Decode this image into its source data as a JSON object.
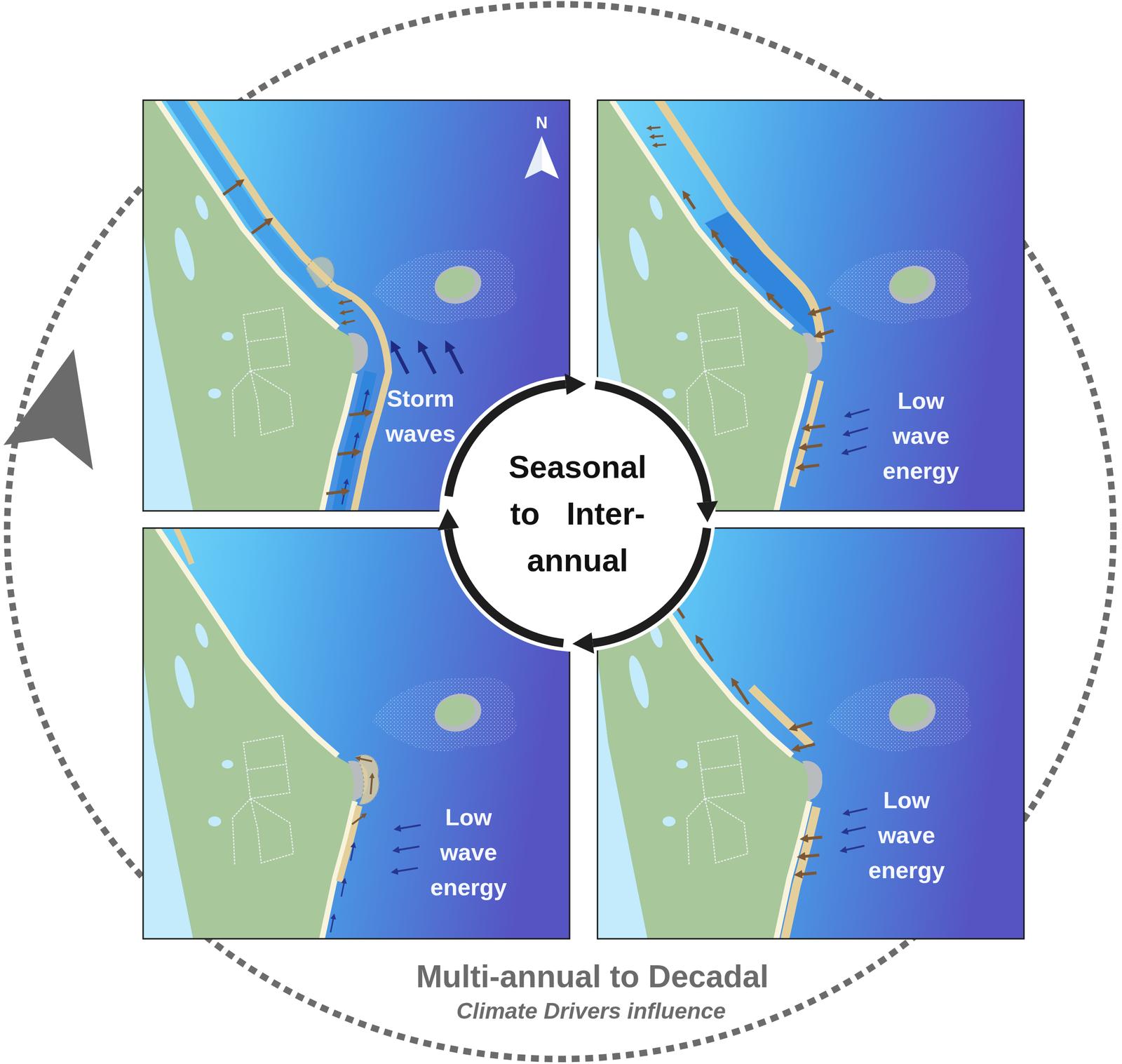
{
  "diagram": {
    "nodes": [
      {
        "text": [
          "Storm waves"
        ]
      },
      {
        "text": [
          "Low wave energy"
        ]
      },
      {
        "text": [
          "Seasonal to Inter-annual"
        ]
      },
      {
        "text": [
          "Low wave energy"
        ]
      },
      {
        "text": [
          "Low wave energy"
        ]
      }
    ],
    "edges": [
      {
        "from": 0,
        "to": 1,
        "arrow": "to"
      },
      {
        "from": 1,
        "to": 4,
        "arrow": "to"
      },
      {
        "from": 4,
        "to": 3,
        "arrow": "to"
      },
      {
        "from": 3,
        "to": 0,
        "arrow": "to"
      }
    ],
    "labels": [
      "N",
      "Multi-annual to Decadal",
      "Climate Drivers influence"
    ]
  }
}
